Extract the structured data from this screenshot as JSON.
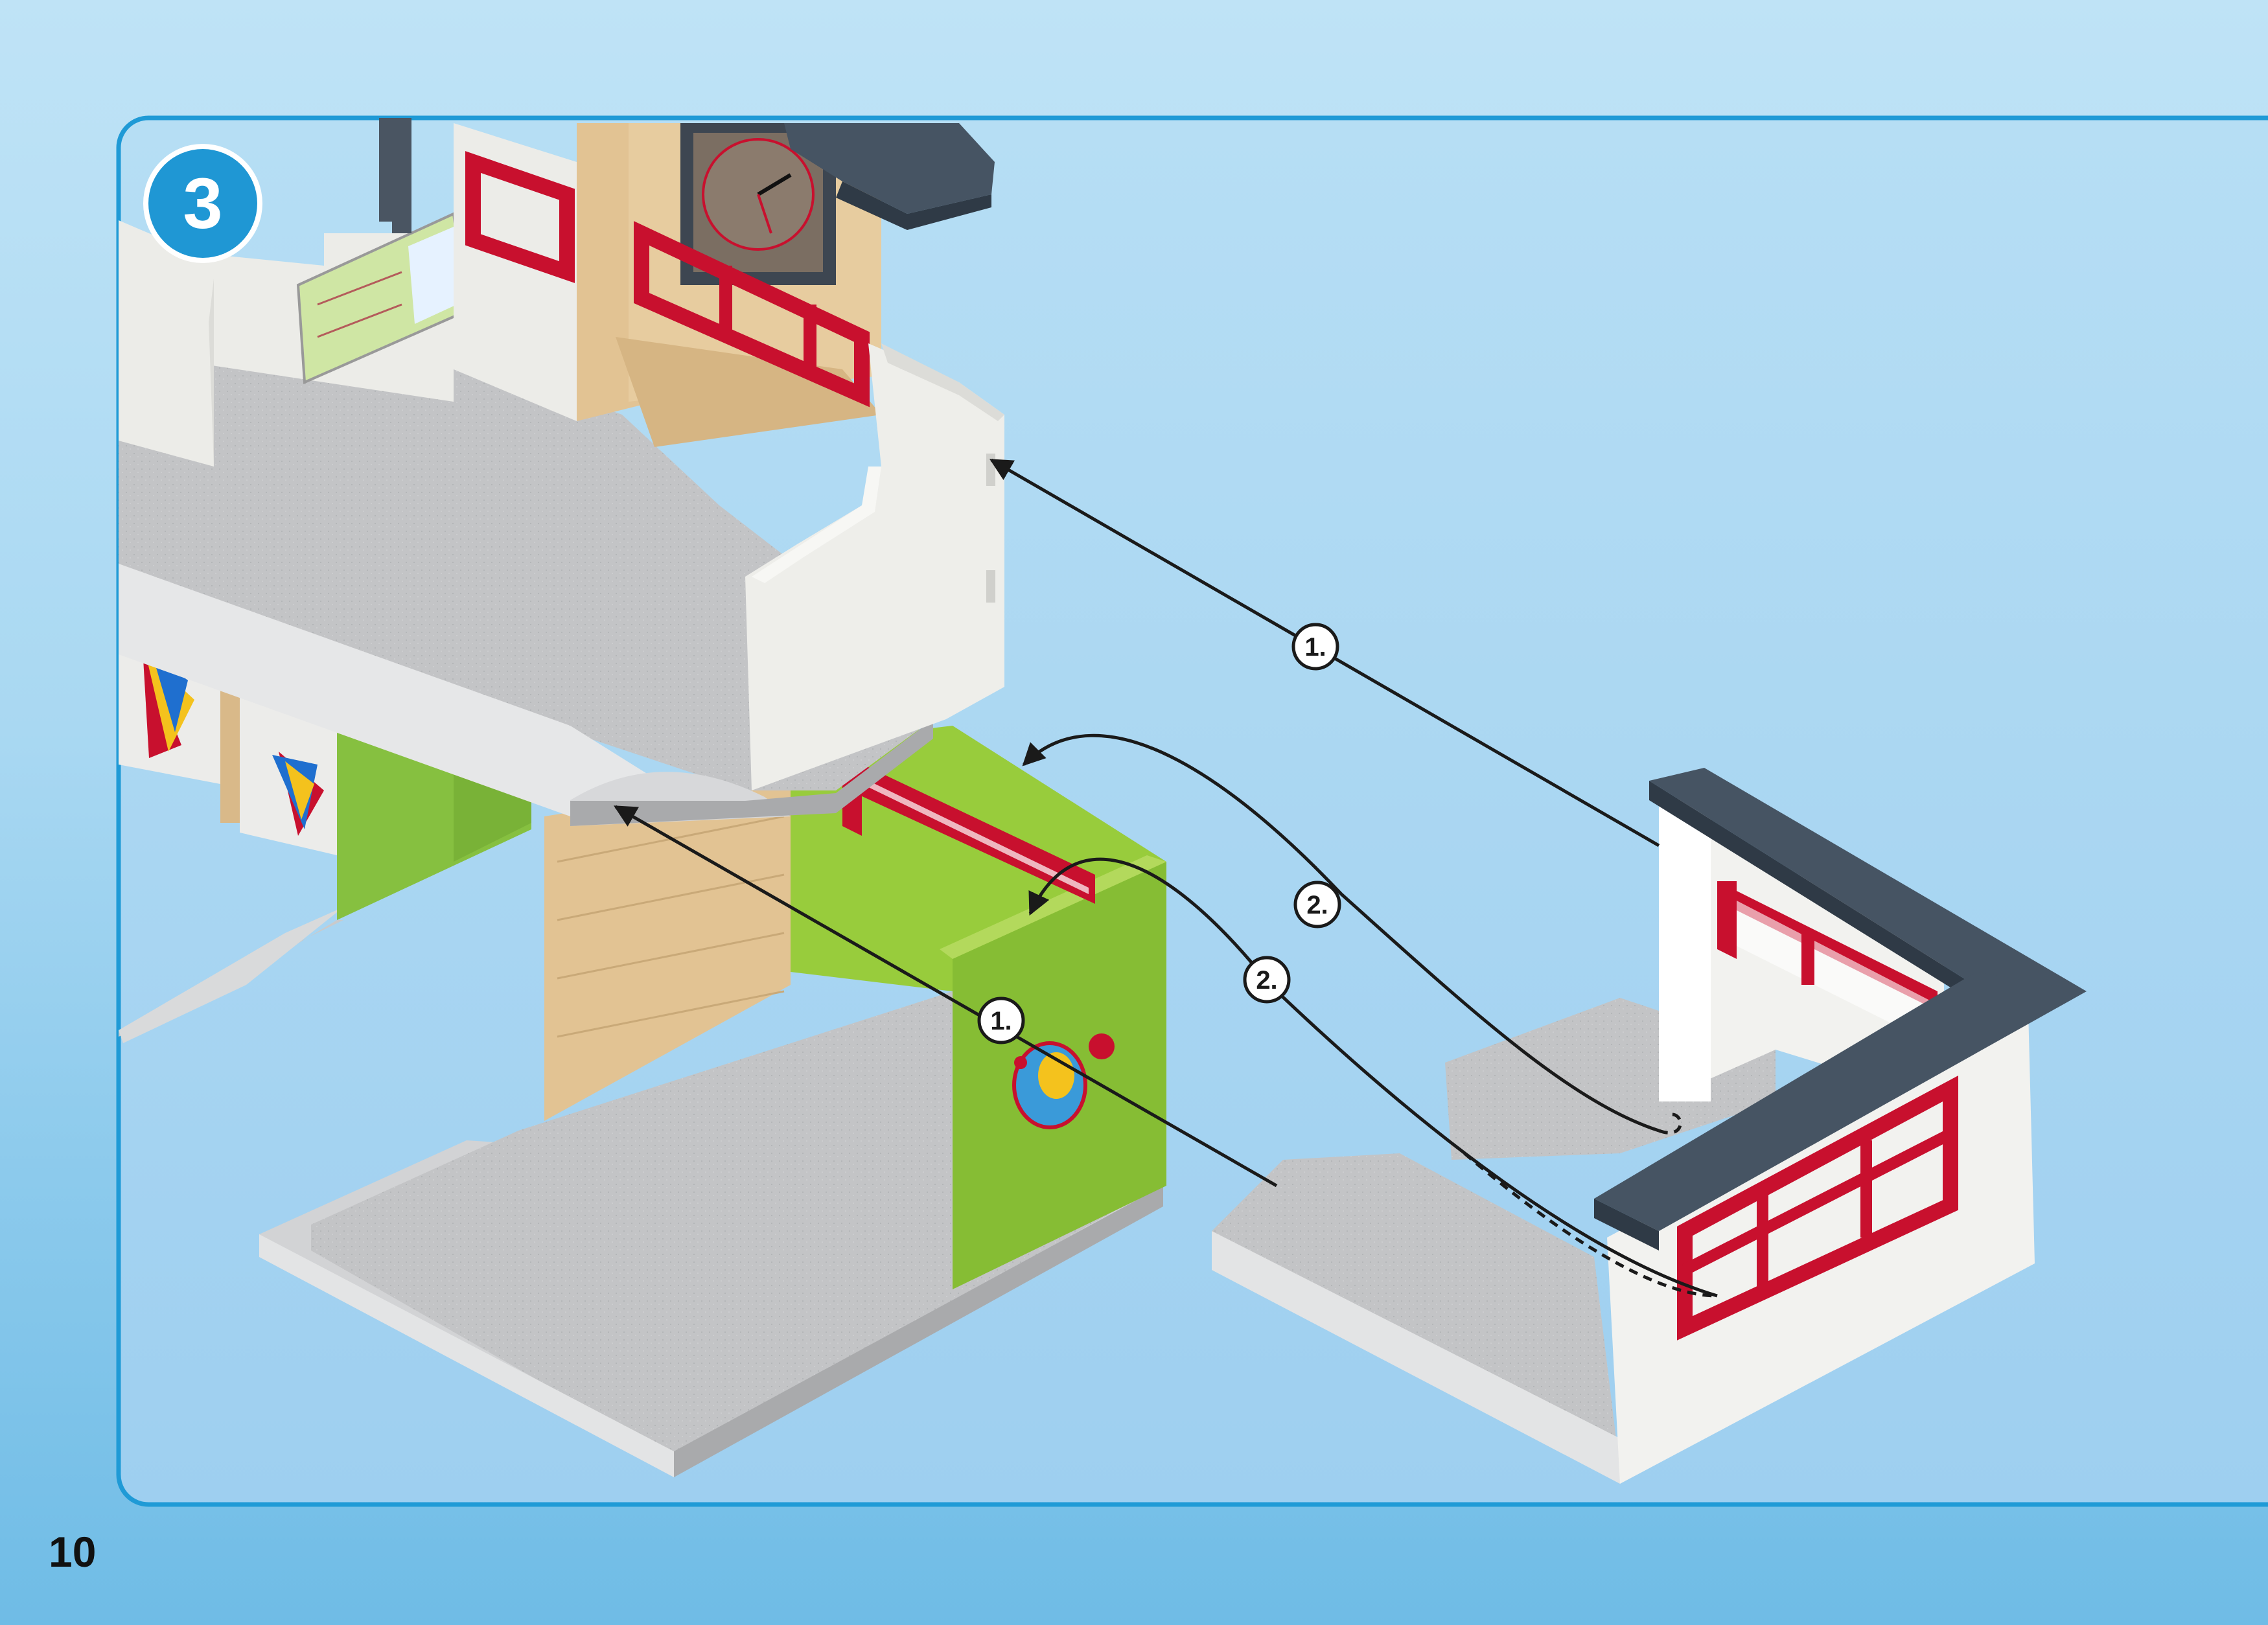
{
  "page": {
    "page_number": "10",
    "step_number": "3"
  },
  "callouts": {
    "upper_right_arrow": "1.",
    "lower_center_arrow": "1.",
    "curved_upper": "2.",
    "curved_lower": "2."
  },
  "colors": {
    "step_badge": "#1f97d4",
    "frame_border": "#1f9ad6",
    "frame_fill": "#a6d6f1",
    "window_red": "#c8102e",
    "roof_slate": "#465463",
    "wall_lime": "#8cc63f",
    "wall_tan": "#e2c393",
    "wall_white": "#efeeea",
    "floor_grey": "#bfc1c3"
  }
}
